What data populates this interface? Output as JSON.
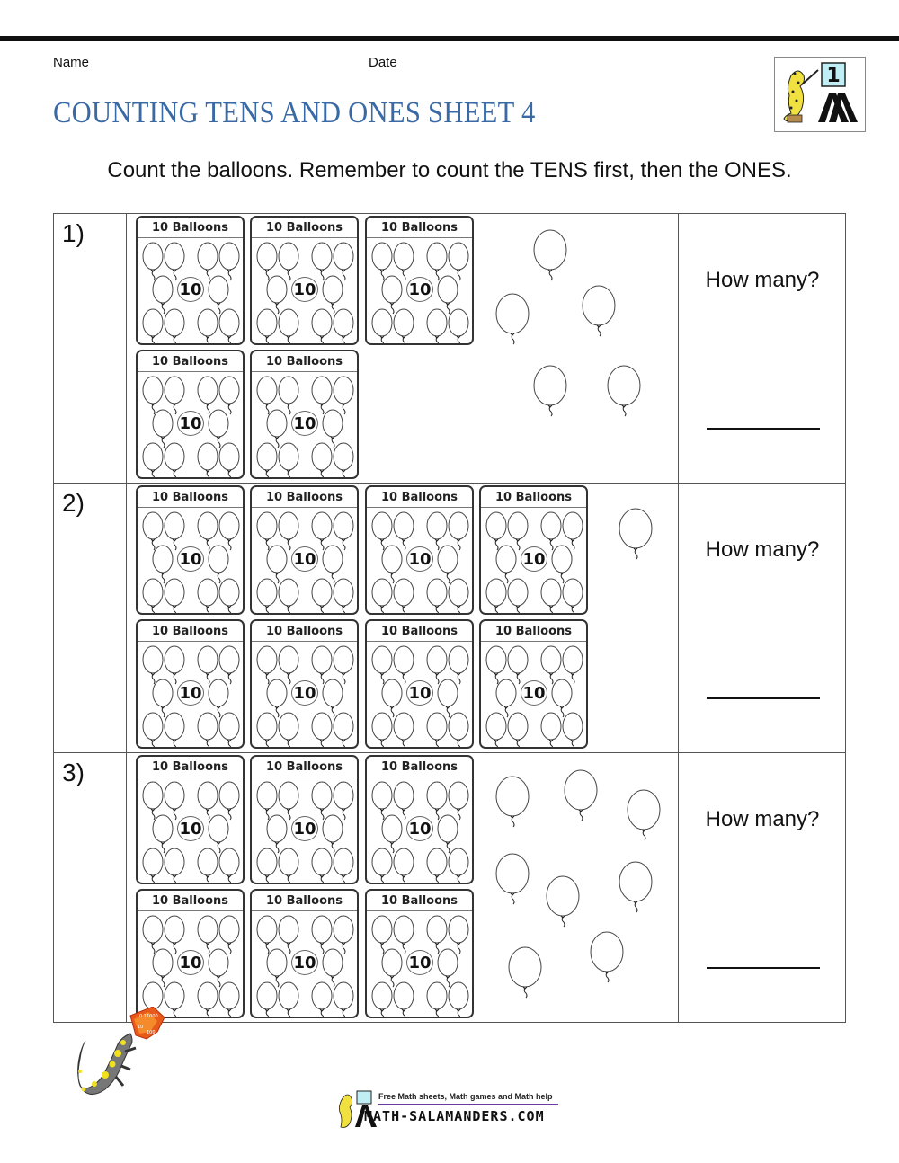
{
  "header": {
    "name_label": "Name",
    "date_label": "Date",
    "title": "COUNTING TENS AND ONES SHEET 4",
    "logo_badge": "1",
    "title_color": "#3a6aa6"
  },
  "instructions": "Count the balloons. Remember to count the TENS first, then the ONES.",
  "bundle": {
    "label": "10 Balloons",
    "count": "10"
  },
  "problems": [
    {
      "number": "1)",
      "tens_bundles": 5,
      "loose_balloons": 5,
      "prompt": "How many?",
      "answer": ""
    },
    {
      "number": "2)",
      "tens_bundles": 8,
      "loose_balloons": 1,
      "prompt": "How many?",
      "answer": ""
    },
    {
      "number": "3)",
      "tens_bundles": 6,
      "loose_balloons": 8,
      "prompt": "How many?",
      "answer": ""
    }
  ],
  "footer": {
    "tagline": "Free Math sheets, Math games and Math help",
    "site": "MATH-SALAMANDERS.COM",
    "flame_numbers": [
      "0.1",
      "1000",
      "10",
      "100"
    ]
  }
}
